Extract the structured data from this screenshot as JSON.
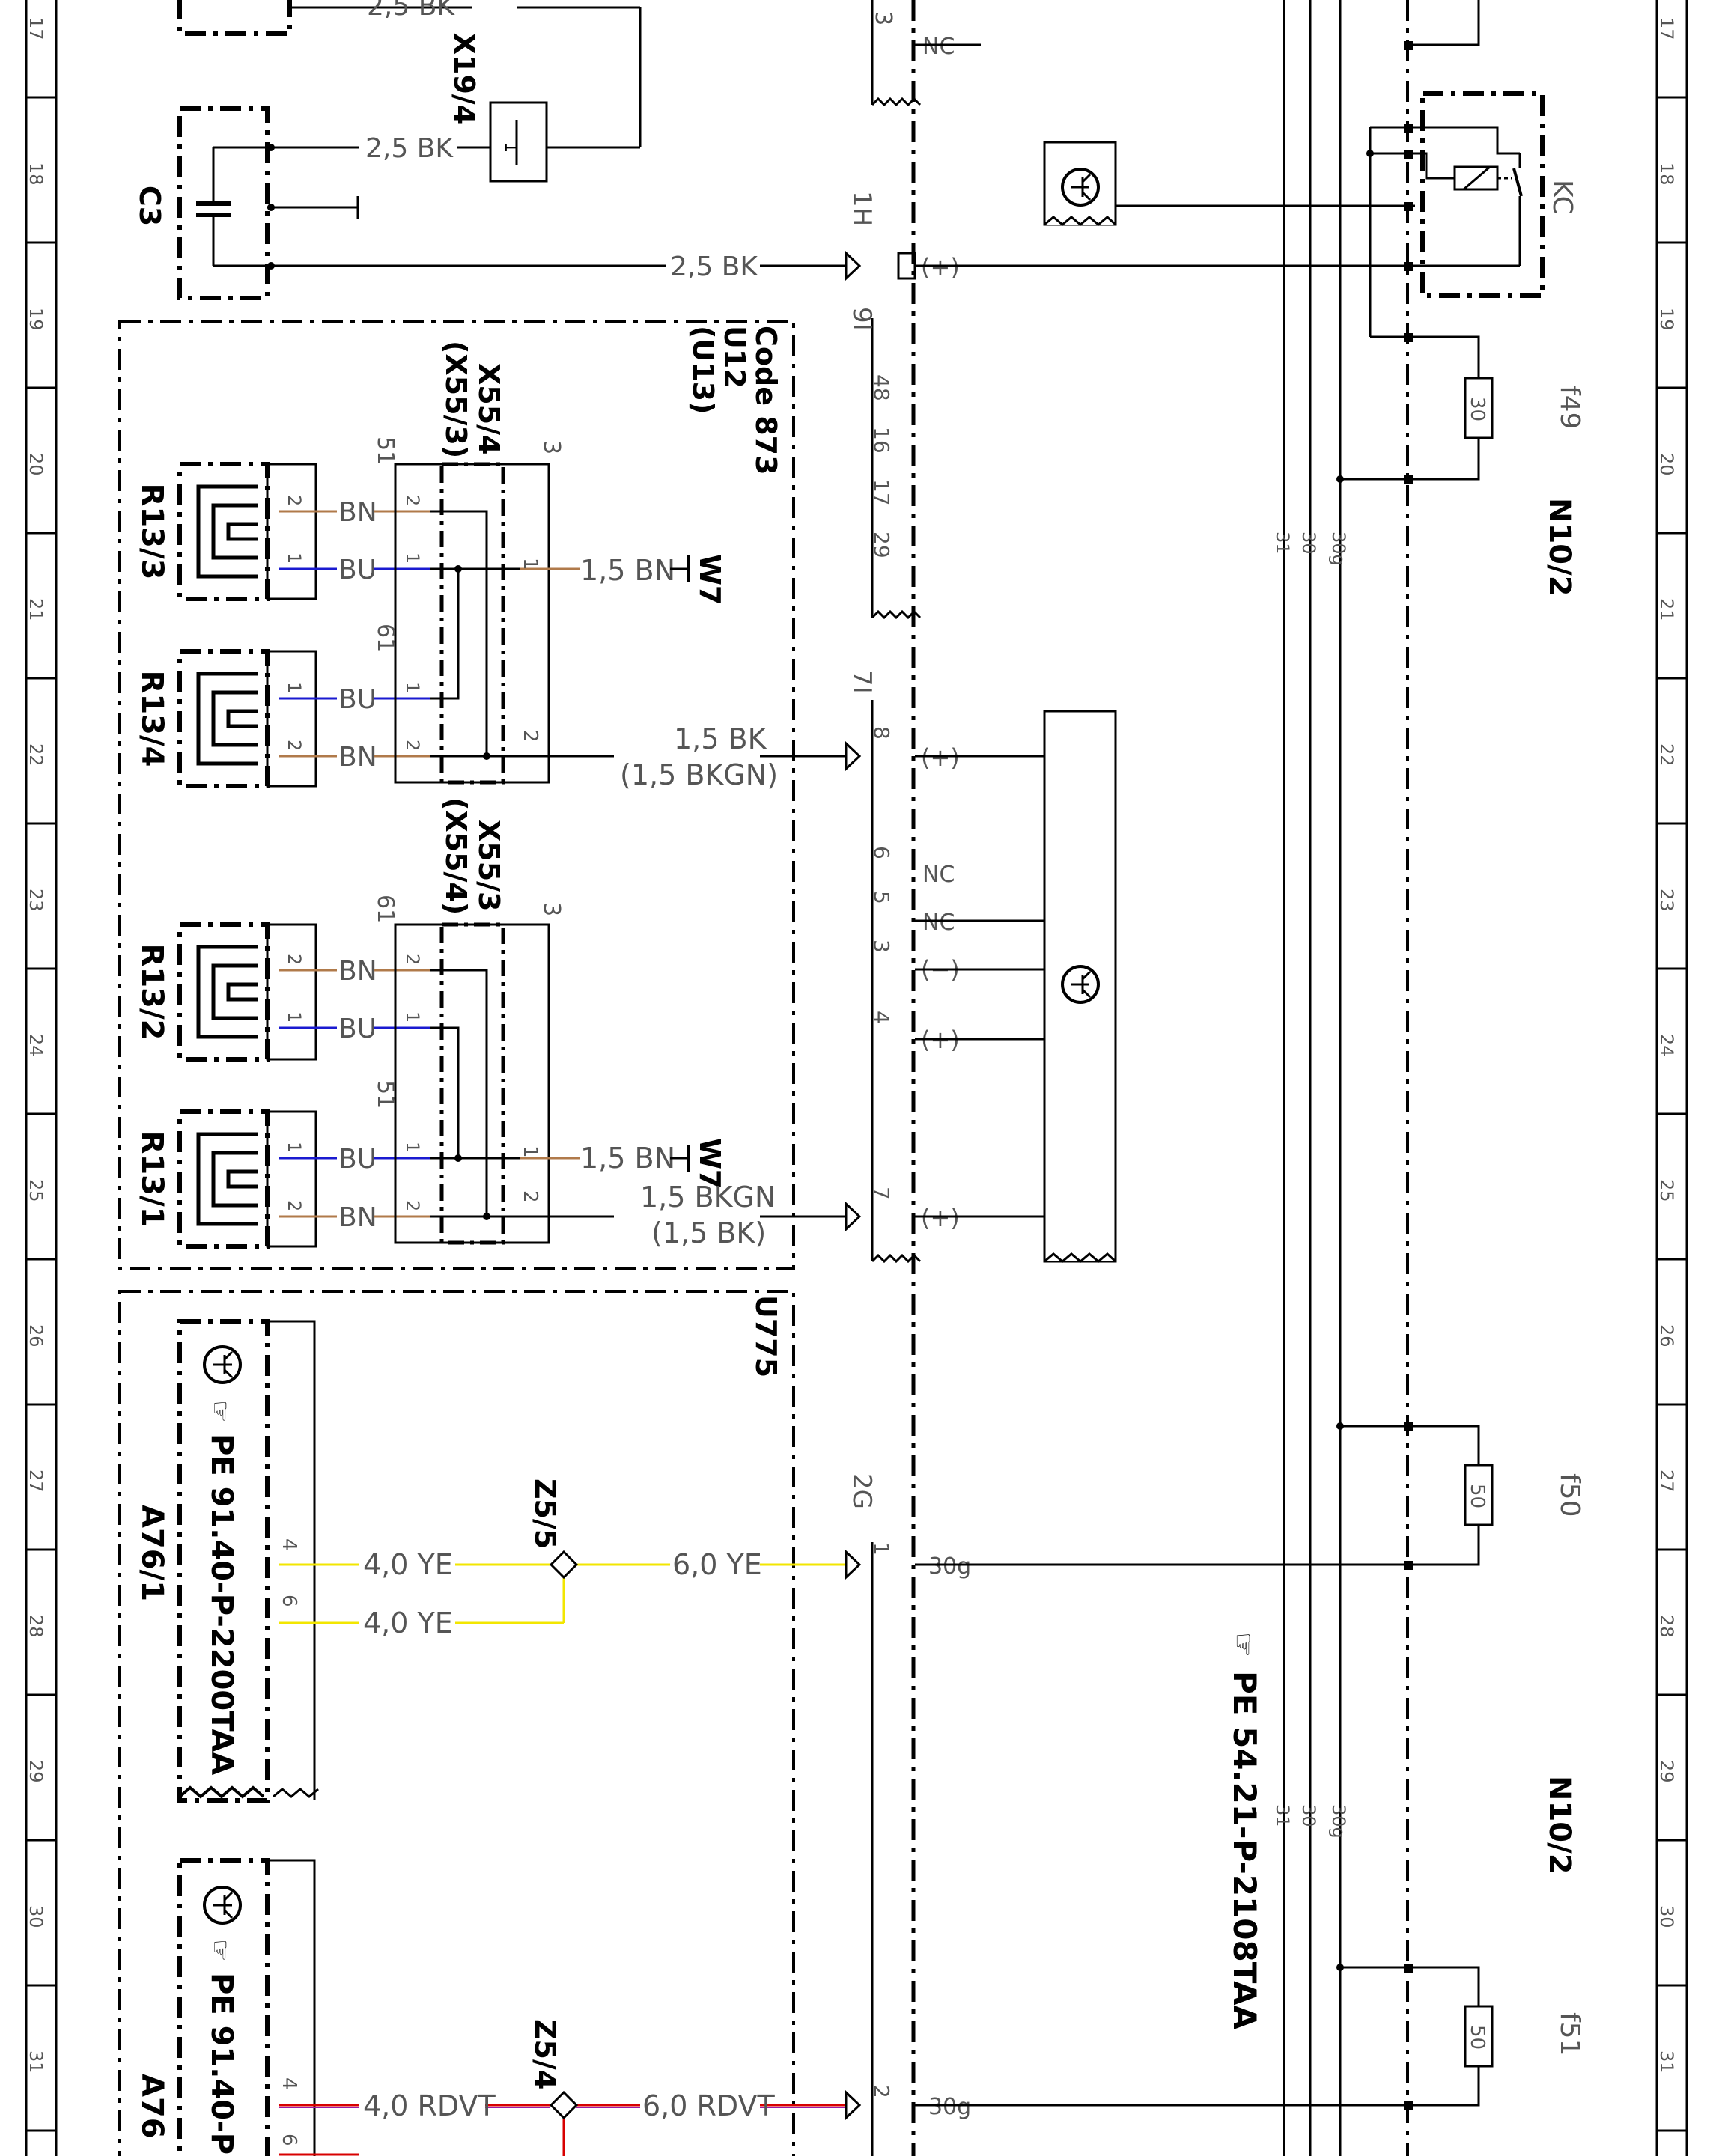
{
  "colors": {
    "brown": "#b07a4a",
    "blue": "#1a1ad0",
    "yellow": "#f2e600",
    "red": "#d80000",
    "violet": "#9a1aa8",
    "black": "#000000"
  },
  "ruler": {
    "row_numbers": [
      "17",
      "18",
      "19",
      "20",
      "21",
      "22",
      "23",
      "24",
      "25",
      "26",
      "27",
      "28",
      "29",
      "30",
      "31"
    ]
  },
  "components": {
    "c3": "C3",
    "x19_4": "X19/4",
    "x19_4_pin": "1",
    "code_873": "Code 873",
    "u12": "U12",
    "u13": "(U13)",
    "x55_4_top": "X55/4",
    "x55_3_top_alt": "(X55/3)",
    "x55_3_mid": "X55/3",
    "x55_4_mid_alt": "(X55/4)",
    "r13_3": "R13/3",
    "r13_4": "R13/4",
    "r13_2": "R13/2",
    "r13_1": "R13/1",
    "u775": "U775",
    "a76_1": "A76/1",
    "a76": "A76",
    "z5_5": "Z5/5",
    "z5_4": "Z5/4",
    "w7": "W7",
    "kc": "KC",
    "f49": "f49",
    "f50": "f50",
    "f51": "f51",
    "n10_2": "N10/2",
    "fuse_30": "30",
    "fuse_50": "50",
    "ref_a76_1": "PE 91.40-P-2200TAA",
    "ref_a76": "PE 91.40-P",
    "ref_n10": "PE 54.21-P-2108TAA"
  },
  "wires": {
    "w_2_5_bk": "2,5 BK",
    "w_1_5_bn": "1,5 BN",
    "w_1_5_bk": "1,5 BK",
    "w_1_5_bkgn_alt": "(1,5 BKGN)",
    "w_1_5_bkgn": "1,5 BKGN",
    "w_1_5_bk_alt": "(1,5 BK)",
    "w_4_0_ye": "4,0 YE",
    "w_6_0_ye": "6,0 YE",
    "w_4_0_rdvt": "4,0 RDVT",
    "w_6_0_rdvt": "6,0 RDVT",
    "bn": "BN",
    "bu": "BU"
  },
  "connectors": {
    "c_3": "3",
    "c_1h": "1H",
    "c_9i": "9I",
    "c_7i": "7I",
    "c_2g": "2G",
    "pins_9i": [
      "48",
      "16",
      "17",
      "29"
    ],
    "pin_8": "8",
    "pins_7i": [
      "6",
      "5",
      "3",
      "4"
    ],
    "pin_7": "7",
    "pin_1": "1",
    "pin_2": "2",
    "pin_4": "4",
    "pin_6": "6",
    "p51": "51",
    "p61": "61",
    "p3": "3"
  },
  "signals": {
    "nc": "NC",
    "plus": "(+)",
    "minus": "(−)",
    "s30g": "30g",
    "s31": "31",
    "s30": "30"
  }
}
